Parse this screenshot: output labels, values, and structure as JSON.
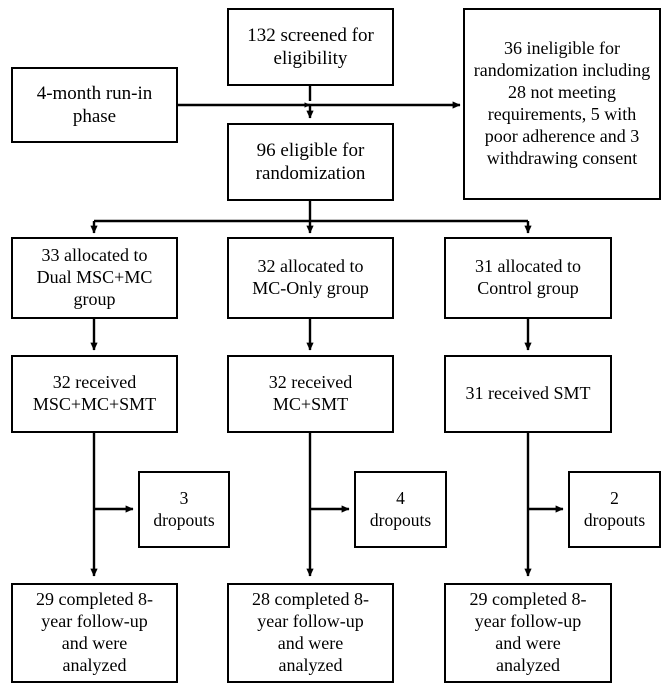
{
  "diagram": {
    "title": "CONSORT participant flow diagram",
    "type": "flowchart",
    "stroke_color": "#000000",
    "background_color": "#ffffff",
    "text_color": "#000000"
  },
  "nodes": {
    "runin": {
      "label": "4-month run-in\nphase"
    },
    "screened": {
      "label": "132 screened for\neligibility"
    },
    "ineligible": {
      "label": "36 ineligible for\nrandomization including\n28 not meeting\nrequirements, 5 with\npoor adherence and 3\nwithdrawing consent"
    },
    "eligible": {
      "label": "96 eligible for\nrandomization"
    },
    "alloc_dual": {
      "label": "33 allocated to\nDual MSC+MC\ngroup"
    },
    "alloc_mconly": {
      "label": "32 allocated to\nMC-Only group"
    },
    "alloc_control": {
      "label": "31 allocated to\nControl group"
    },
    "recv_dual": {
      "label": "32 received\nMSC+MC+SMT"
    },
    "recv_mconly": {
      "label": "32 received\nMC+SMT"
    },
    "recv_control": {
      "label": "31 received SMT"
    },
    "drop_dual": {
      "label": "3\ndropouts"
    },
    "drop_mconly": {
      "label": "4\ndropouts"
    },
    "drop_control": {
      "label": "2\ndropouts"
    },
    "final_dual": {
      "label": "29 completed 8-\nyear follow-up\nand were\nanalyzed"
    },
    "final_mconly": {
      "label": "28 completed 8-\nyear follow-up\nand were\nanalyzed"
    },
    "final_control": {
      "label": "29 completed 8-\nyear follow-up\nand were\nanalyzed"
    }
  },
  "counts": {
    "screened": 132,
    "ineligible": 36,
    "ineligible_not_meeting_requirements": 28,
    "ineligible_poor_adherence": 5,
    "ineligible_withdrawing_consent": 3,
    "eligible": 96,
    "allocated_dual": 33,
    "allocated_mconly": 32,
    "allocated_control": 31,
    "received_dual": 32,
    "received_mconly": 32,
    "received_control": 31,
    "dropouts_dual": 3,
    "dropouts_mconly": 4,
    "dropouts_control": 2,
    "completed_dual": 29,
    "completed_mconly": 28,
    "completed_control": 29,
    "run_in_months": 4,
    "follow_up_years": 8
  }
}
